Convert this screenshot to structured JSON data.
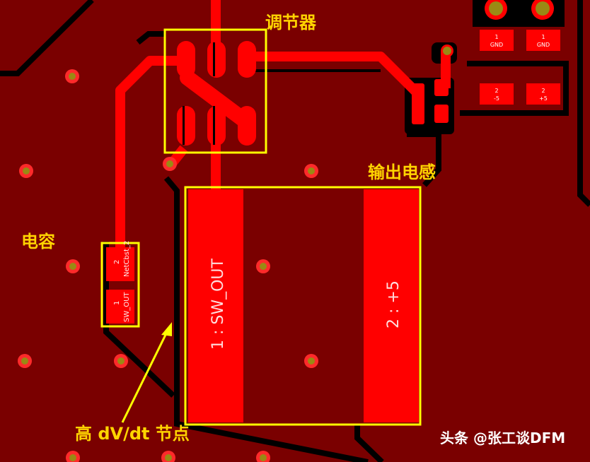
{
  "labels": {
    "regulator": "调节器",
    "output_inductor": "输出电感",
    "capacitor": "电容",
    "high_dvdt_node": "高 dV/dt 节点"
  },
  "pads": {
    "inductor_pin1": "1 : SW_OUT",
    "inductor_pin2": "2 : +5",
    "cap_pin2_num": "2",
    "cap_pin2_net": "NetCbst_2",
    "cap_pin1_num": "1",
    "cap_pin1_net": "SW_OUT",
    "conn_gnd_a_num": "1",
    "conn_gnd_a_net": "GND",
    "conn_gnd_b_num": "1",
    "conn_gnd_b_net": "GND",
    "conn_neg5_num": "2",
    "conn_neg5_net": "-5",
    "conn_pos5_num": "2",
    "conn_pos5_net": "+5"
  },
  "watermark": "头条 @张工谈DFM",
  "colors": {
    "board": "#7a0000",
    "copper": "#ff0000",
    "highlight": "#ffff00",
    "label": "#ffd400",
    "via_ring": "#ff2a2a",
    "via_hole": "#9a8a14"
  }
}
